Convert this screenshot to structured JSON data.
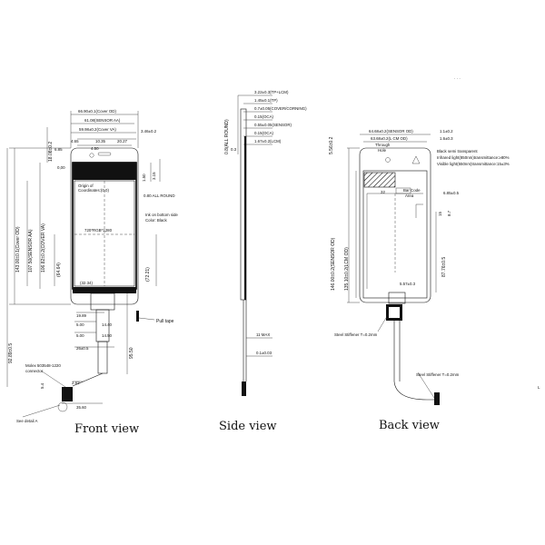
{
  "front": {
    "caption": "Front view",
    "cover_od_w": "66.90±0.1(Cover OD)",
    "sensor_aa_w": "61.08(SENSOR AA)",
    "cover_va_w": "59.98±0.2(Cover VA)",
    "ink_tol": "3.46±0.2",
    "d465": "4.65",
    "d1035": "10.35",
    "d2027": "20.27",
    "d450": "4.50",
    "d685": "6.85",
    "d1808": "18.08±0.2",
    "d000": "0,00",
    "d315": "3.15",
    "d150": "1.50",
    "origin1": "Origin of",
    "origin2": "Coordinates:(0,0)",
    "round": "0.80 ALL ROUND",
    "ink1": "Ink on bottom side",
    "ink2": "Color: Black",
    "resolution": "720*RGB*1280",
    "d6464": "(64.64)",
    "d7221": "(72.21)",
    "d3234": "(32.34)",
    "cover_od_h": "143.00±0.1(Cover OD)",
    "sensor_aa_h": "107.50(SENSOR AA)",
    "cover_va_h": "106.82±0.2(COVER VA)",
    "d1989": "19.89",
    "d500a": "5.00",
    "d1440": "14.40",
    "d500b": "5.00",
    "d1450": "14.50",
    "pull_tape": "Pull tape",
    "d2605": "26±0.5",
    "d9550": "95.50",
    "d9289": "92.89±0.5",
    "molex": "Molex  503548-1220",
    "connector": "connector",
    "d262": "2.62",
    "d54": "5.4",
    "d356": "35.60",
    "see_detail": "See detail A"
  },
  "side": {
    "caption": "Side view",
    "t_total": "3.22±0.3(TP+LCM)",
    "t_tp": "1.45±0.1(TP)",
    "t_cover": "0.7±0.05(COVER/CORNING)",
    "t_oca1": "0.15(OCA)",
    "t_sensor": "0.55±0.05(SENSOR)",
    "t_oca2": "0.15(OCA)",
    "t_lcm": "1.67±0.2(LCM)",
    "round": "0.8(ALL ROUND)",
    "d03": "0.3",
    "d11": "11 MAX",
    "d01": "0.1±0.03"
  },
  "back": {
    "caption": "Back view",
    "sensor_od_w": "64.68±0.2(SENSOR OD)",
    "lcm_od_w": "63.68±0.2(L CM OD)",
    "d11": "1.1±0.2",
    "d16": "1.6±0.3",
    "through1": "Through",
    "through2": "Hole",
    "semi": "Black semi transparent",
    "ir": "Infrared light(850nm)transmittance:≥80%",
    "vis": "Visible light(550nm)transmittance:15±3%",
    "d556": "5.56±0.2",
    "d32": "32",
    "bar1": "Bar Code",
    "bar2": "Area",
    "d685": "6.85±0.5",
    "d15": "15",
    "d87": "8.7",
    "sensor_od_h": "146.00±0.2(SENSOR OD)",
    "lcm_od_h": "135.10±0.2(LCM OD)",
    "d8776": "87.76±0.5",
    "d557": "5.57±0.3",
    "stiff1": "Steel Stiffener T=0.2mm",
    "stiff2": "Steel Stiffener T=0.2mm",
    "edge_l": "L"
  },
  "top_note": "· · ·"
}
